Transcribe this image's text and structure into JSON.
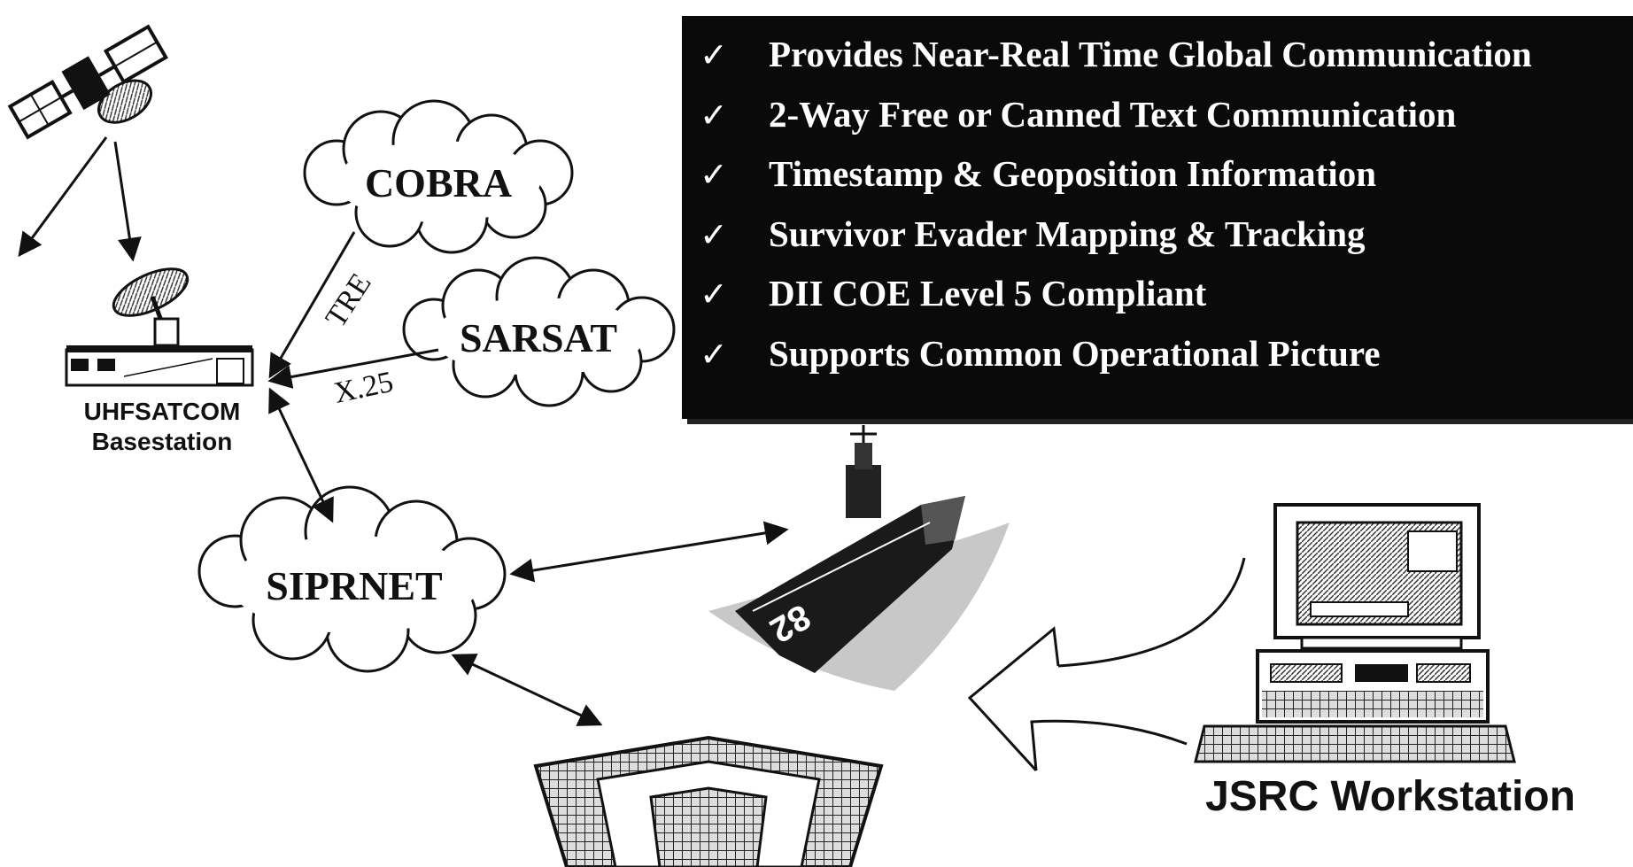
{
  "features": [
    "Provides Near-Real Time Global Communication",
    "2-Way Free or Canned Text Communication",
    "Timestamp & Geoposition Information",
    "Survivor Evader Mapping & Tracking",
    "DII COE Level 5 Compliant",
    "Supports Common Operational Picture"
  ],
  "check_glyph": "✓",
  "clouds": {
    "cobra": "COBRA",
    "sarsat": "SARSAT",
    "siprnet": "SIPRNET"
  },
  "links": {
    "tre": "TRE",
    "x25": "X.25"
  },
  "basestation": {
    "line1": "UHFSATCOM",
    "line2": "Basestation"
  },
  "workstation_label": "JSRC Workstation",
  "icons": [
    "satellite-icon",
    "ground-station-icon",
    "aircraft-carrier-icon",
    "pentagon-icon",
    "computer-workstation-icon"
  ]
}
